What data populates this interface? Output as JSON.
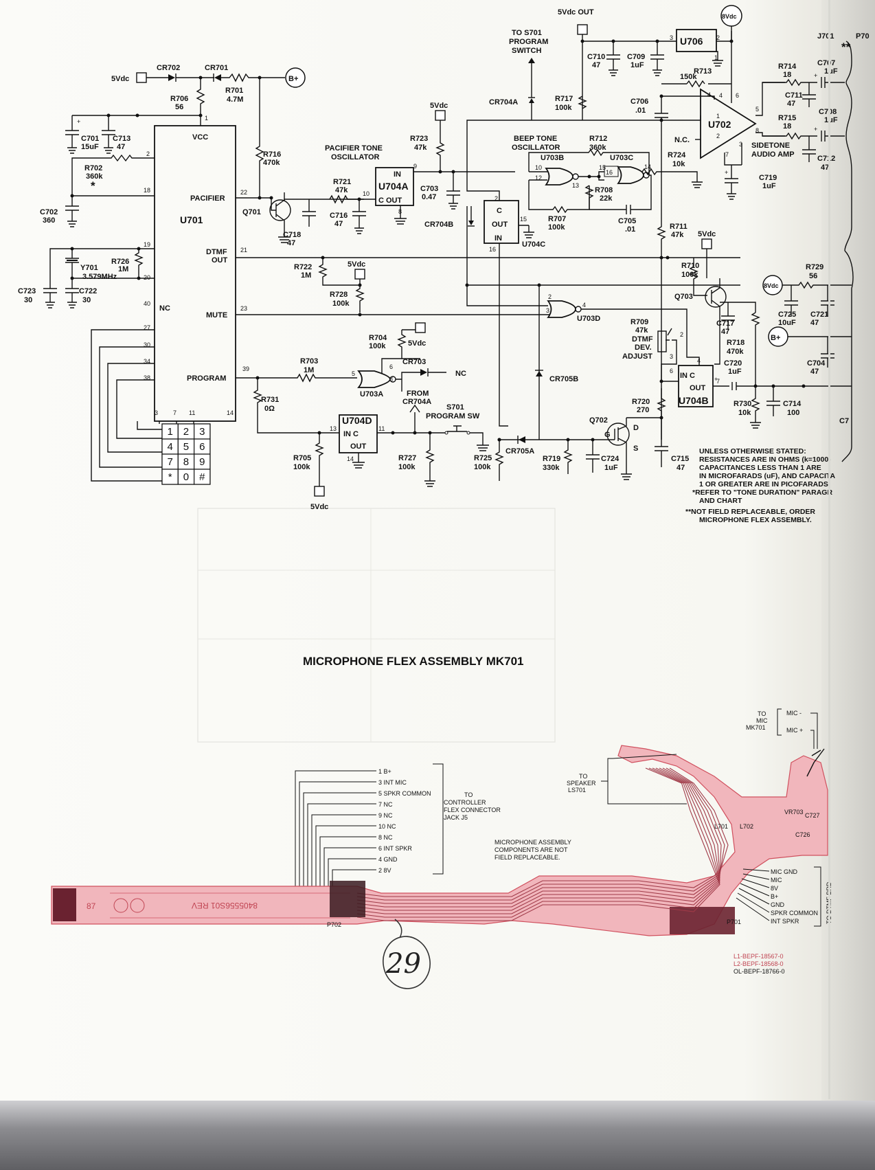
{
  "schematic": {
    "u701": {
      "name": "U701",
      "vcc": "VCC",
      "pin_pacifier": "PACIFIER",
      "pin_dtmf_1": "DTMF",
      "pin_dtmf_2": "OUT",
      "pin_mute": "MUTE",
      "pin_program": "PROGRAM",
      "pin_nc": "NC"
    },
    "keypad": [
      "1",
      "2",
      "3",
      "4",
      "5",
      "6",
      "7",
      "8",
      "9",
      "*",
      "0",
      "#"
    ],
    "power": {
      "vdc5": "5Vdc",
      "vdc5_out": "5Vdc OUT",
      "vdc8": "8Vdc",
      "bplus": "B+"
    },
    "to_s701": [
      "TO S701",
      "PROGRAM",
      "SWITCH"
    ],
    "pacifier_osc": [
      "PACIFIER TONE",
      "OSCILLATOR"
    ],
    "beep_osc": [
      "BEEP TONE",
      "OSCILLATOR"
    ],
    "sidetone": [
      "SIDETONE",
      "AUDIO AMP"
    ],
    "dtmf_adjust": [
      "DTMF",
      "DEV.",
      "ADJUST"
    ],
    "s701": [
      "S701",
      "PROGRAM SW"
    ],
    "from_cr704a": [
      "FROM",
      "CR704A"
    ],
    "nc": "NC",
    "n_c": "N.C.",
    "j701": "J701",
    "ref_asterisks": "**",
    "ref_p70": "P70",
    "ref_c7": "C7",
    "chips": {
      "u706": "U706",
      "u702": "U702",
      "u704a": "U704A",
      "u704c": "U704C",
      "u704b": "U704B",
      "u704d": "U704D",
      "u703a": "U703A",
      "u703b": "U703B",
      "u703c": "U703C",
      "u703d": "U703D"
    },
    "chip_pins": {
      "in": "IN",
      "out": "OUT",
      "c": "C",
      "c_out": "C  OUT",
      "in_c": "IN   C"
    },
    "diodes": {
      "cr701": "CR701",
      "cr702": "CR702",
      "cr703": "CR703",
      "cr704a": "CR704A",
      "cr704b": "CR704B",
      "cr705a": "CR705A",
      "cr705b": "CR705B"
    },
    "transistors": {
      "q701": "Q701",
      "q702": "Q702",
      "q703": "Q703"
    },
    "crystal": {
      "name": "Y701",
      "value": "3.579MHz"
    },
    "fet_pins": {
      "g": "G",
      "d": "D",
      "s": "S"
    },
    "resistors": {
      "r701": [
        "R701",
        "4.7M"
      ],
      "r702": [
        "R702",
        "360k"
      ],
      "r703": [
        "R703",
        "1M"
      ],
      "r704": [
        "R704",
        "100k"
      ],
      "r705": [
        "R705",
        "100k"
      ],
      "r706": [
        "R706",
        "56"
      ],
      "r707": [
        "R707",
        "100k"
      ],
      "r708": [
        "R708",
        "22k"
      ],
      "r709": [
        "R709",
        "47k"
      ],
      "r710": [
        "R710",
        "100k"
      ],
      "r711": [
        "R711",
        "47k"
      ],
      "r712": [
        "R712",
        "360k"
      ],
      "r713": [
        "R713",
        "150k"
      ],
      "r714": [
        "R714",
        "18"
      ],
      "r715": [
        "R715",
        "18"
      ],
      "r716": [
        "R716",
        "470k"
      ],
      "r717": [
        "R717",
        "100k"
      ],
      "r718": [
        "R718",
        "470k"
      ],
      "r719": [
        "R719",
        "330k"
      ],
      "r720": [
        "R720",
        "270"
      ],
      "r721": [
        "R721",
        "47k"
      ],
      "r722": [
        "R722",
        "1M"
      ],
      "r723": [
        "R723",
        "47k"
      ],
      "r724": [
        "R724",
        "10k"
      ],
      "r725": [
        "R725",
        "100k"
      ],
      "r726": [
        "R726",
        "1M"
      ],
      "r727": [
        "R727",
        "100k"
      ],
      "r728": [
        "R728",
        "100k"
      ],
      "r729": [
        "R729",
        "56"
      ],
      "r730": [
        "R730",
        "10k"
      ],
      "r731": [
        "R731",
        "0Ω"
      ]
    },
    "capacitors": {
      "c701": [
        "C701",
        "15uF"
      ],
      "c702": [
        "C702",
        "360"
      ],
      "c703": [
        "C703",
        "0.47"
      ],
      "c704": [
        "C704",
        "47"
      ],
      "c705": [
        "C705",
        ".01"
      ],
      "c706": [
        "C706",
        ".01"
      ],
      "c707": [
        "C707",
        "1uF"
      ],
      "c708": [
        "C708",
        "1uF"
      ],
      "c709": [
        "C709",
        "1uF"
      ],
      "c710": [
        "C710",
        "47"
      ],
      "c711": [
        "C711",
        "47"
      ],
      "c712": [
        "C712",
        "47"
      ],
      "c713": [
        "C713",
        "47"
      ],
      "c714": [
        "C714",
        "100"
      ],
      "c715": [
        "C715",
        "47"
      ],
      "c716": [
        "C716",
        "47"
      ],
      "c717": [
        "C717",
        "47"
      ],
      "c718": [
        "C718",
        "47"
      ],
      "c719": [
        "C719",
        "1uF"
      ],
      "c720": [
        "C720",
        "1uF"
      ],
      "c721": [
        "C721",
        "47"
      ],
      "c722": [
        "C722",
        "30"
      ],
      "c723": [
        "C723",
        "30"
      ],
      "c724": [
        "C724",
        "1uF"
      ],
      "c725": [
        "C725",
        "10uF"
      ]
    },
    "notes": [
      "UNLESS OTHERWISE STATED:",
      "RESISTANCES ARE IN OHMS (k=1000)",
      "CAPACITANCES LESS THAN 1 ARE",
      "IN MICROFARADS (uF), AND CAPACITA",
      "1 OR GREATER ARE IN PICOFARADS",
      "*REFER TO \"TONE DURATION\" PARAGR",
      "AND CHART",
      "**NOT FIELD REPLACEABLE, ORDER",
      "MICROPHONE FLEX ASSEMBLY."
    ]
  },
  "flex_assembly": {
    "title": "MICROPHONE FLEX ASSEMBLY MK701",
    "connector_pins": [
      "1  B+",
      "3  INT MIC",
      "5  SPKR COMMON",
      "7  NC",
      "9  NC",
      "10  NC",
      "8  NC",
      "6  INT SPKR",
      "4  GND",
      "2  8V"
    ],
    "to_controller": [
      "TO",
      "CONTROLLER",
      "FLEX CONNECTOR",
      "JACK  J5"
    ],
    "not_replaceable": [
      "MICROPHONE ASSEMBLY",
      "COMPONENTS ARE NOT",
      "FIELD REPLACEABLE."
    ],
    "to_speaker": [
      "TO",
      "SPEAKER",
      "LS701"
    ],
    "to_mic": [
      "TO",
      "MIC",
      "MK701"
    ],
    "mic_labels": [
      "MIC  -",
      "MIC  +"
    ],
    "p701_pins": [
      "MIC GND",
      "MIC",
      "8V",
      "B+",
      "GND",
      "SPKR COMMON",
      "INT SPKR"
    ],
    "to_dtmf": "TO DTMF BRD",
    "refs": {
      "p702": "P702",
      "p701": "P701",
      "vr703": "VR703",
      "l701": "L701",
      "l702": "L702",
      "c727": "C727",
      "c726": "C726"
    },
    "part_number": "8405556S01  REV",
    "year": "87",
    "artwork_numbers": [
      "L1-BEPF-18567-0",
      "L2-BEPF-18568-0",
      "OL-BEPF-18766-0"
    ]
  },
  "page_number": "29"
}
